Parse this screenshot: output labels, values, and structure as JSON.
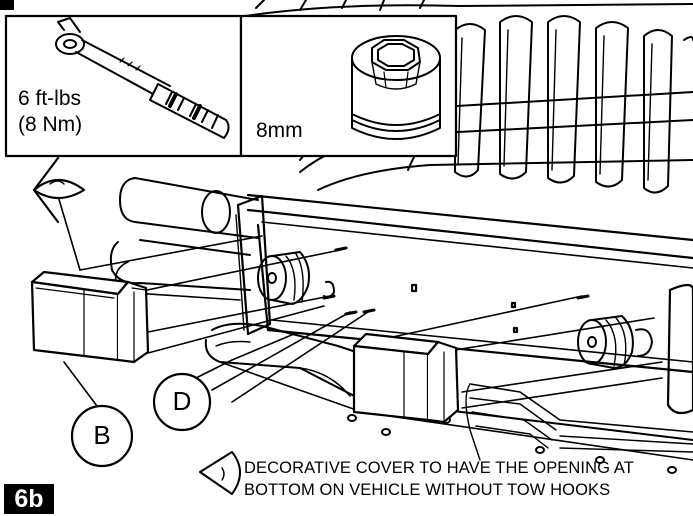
{
  "step_label": "6b",
  "torque_inset": {
    "value_ft": "6 ft-lbs",
    "value_nm": "(8 Nm)",
    "icon": "torque-wrench-icon"
  },
  "socket_inset": {
    "size": "8mm",
    "icon": "socket-icon"
  },
  "callouts": {
    "b": "B",
    "d": "D"
  },
  "note": {
    "line1": "DECORATIVE COVER TO HAVE THE OPENING AT",
    "line2": "BOTTOM ON VEHICLE WITHOUT TOW HOOKS",
    "icon": "view-eye-icon"
  },
  "colors": {
    "ink": "#000000",
    "paper": "#ffffff",
    "shade": "#d9d9d9"
  }
}
